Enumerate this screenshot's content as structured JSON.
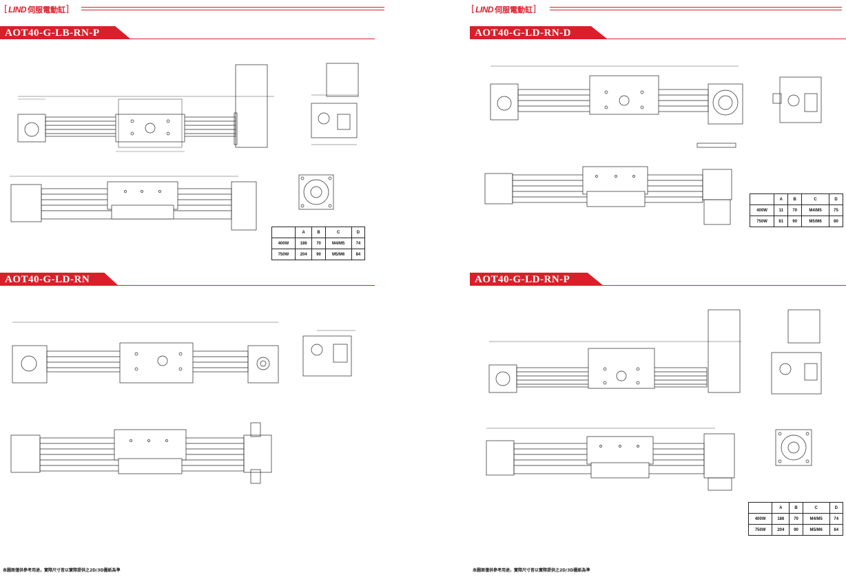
{
  "brand": {
    "logo": "LIND",
    "name": "伺服電動缸"
  },
  "sections": [
    {
      "title": "AOT40-G-LB-RN-P"
    },
    {
      "title": "AOT40-G-LD-RN"
    },
    {
      "title": "AOT40-G-LD-RN-D"
    },
    {
      "title": "AOT40-G-LD-RN-P"
    }
  ],
  "spec_table": {
    "headers": [
      "",
      "A",
      "B",
      "C",
      "D"
    ],
    "rows_p": [
      [
        "400W",
        "186",
        "70",
        "M4/M5",
        "74"
      ],
      [
        "750W",
        "204",
        "90",
        "M5/M6",
        "84"
      ]
    ],
    "rows_d": [
      [
        "400W",
        "11",
        "70",
        "M4/M5",
        "75"
      ],
      [
        "750W",
        "81",
        "90",
        "M5/M6",
        "80"
      ]
    ]
  },
  "footnote": "本圖面僅供參考用途，實際尺寸皆以實際提供之2D/3D圖紙為準"
}
